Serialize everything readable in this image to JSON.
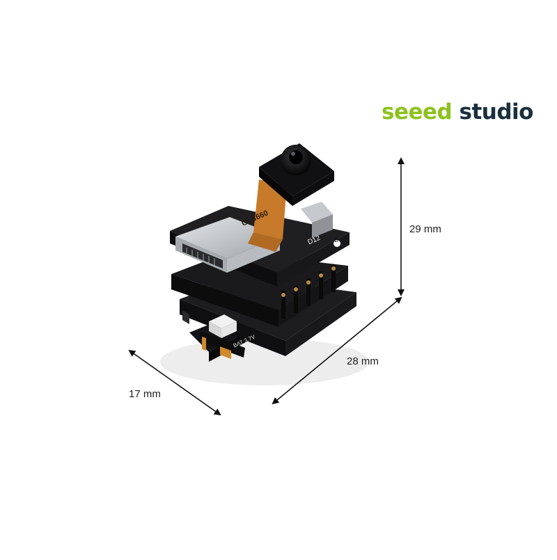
{
  "brand": {
    "word1": "seeed",
    "word2": " studio",
    "color1": "#8DC21F",
    "color2": "#1a2f3e"
  },
  "dimensions": {
    "height": "29 mm",
    "length": "28 mm",
    "width": "17 mm"
  },
  "product": {
    "camera_label": "OV3660",
    "silk_b": "B",
    "silk_d12": "D12",
    "silk_battery": "BAT 3.7V",
    "colors": {
      "pcb": "#141416",
      "flex": "#c77a2a",
      "metal": "#c9ccd0",
      "lens": "#0f0f10"
    }
  }
}
